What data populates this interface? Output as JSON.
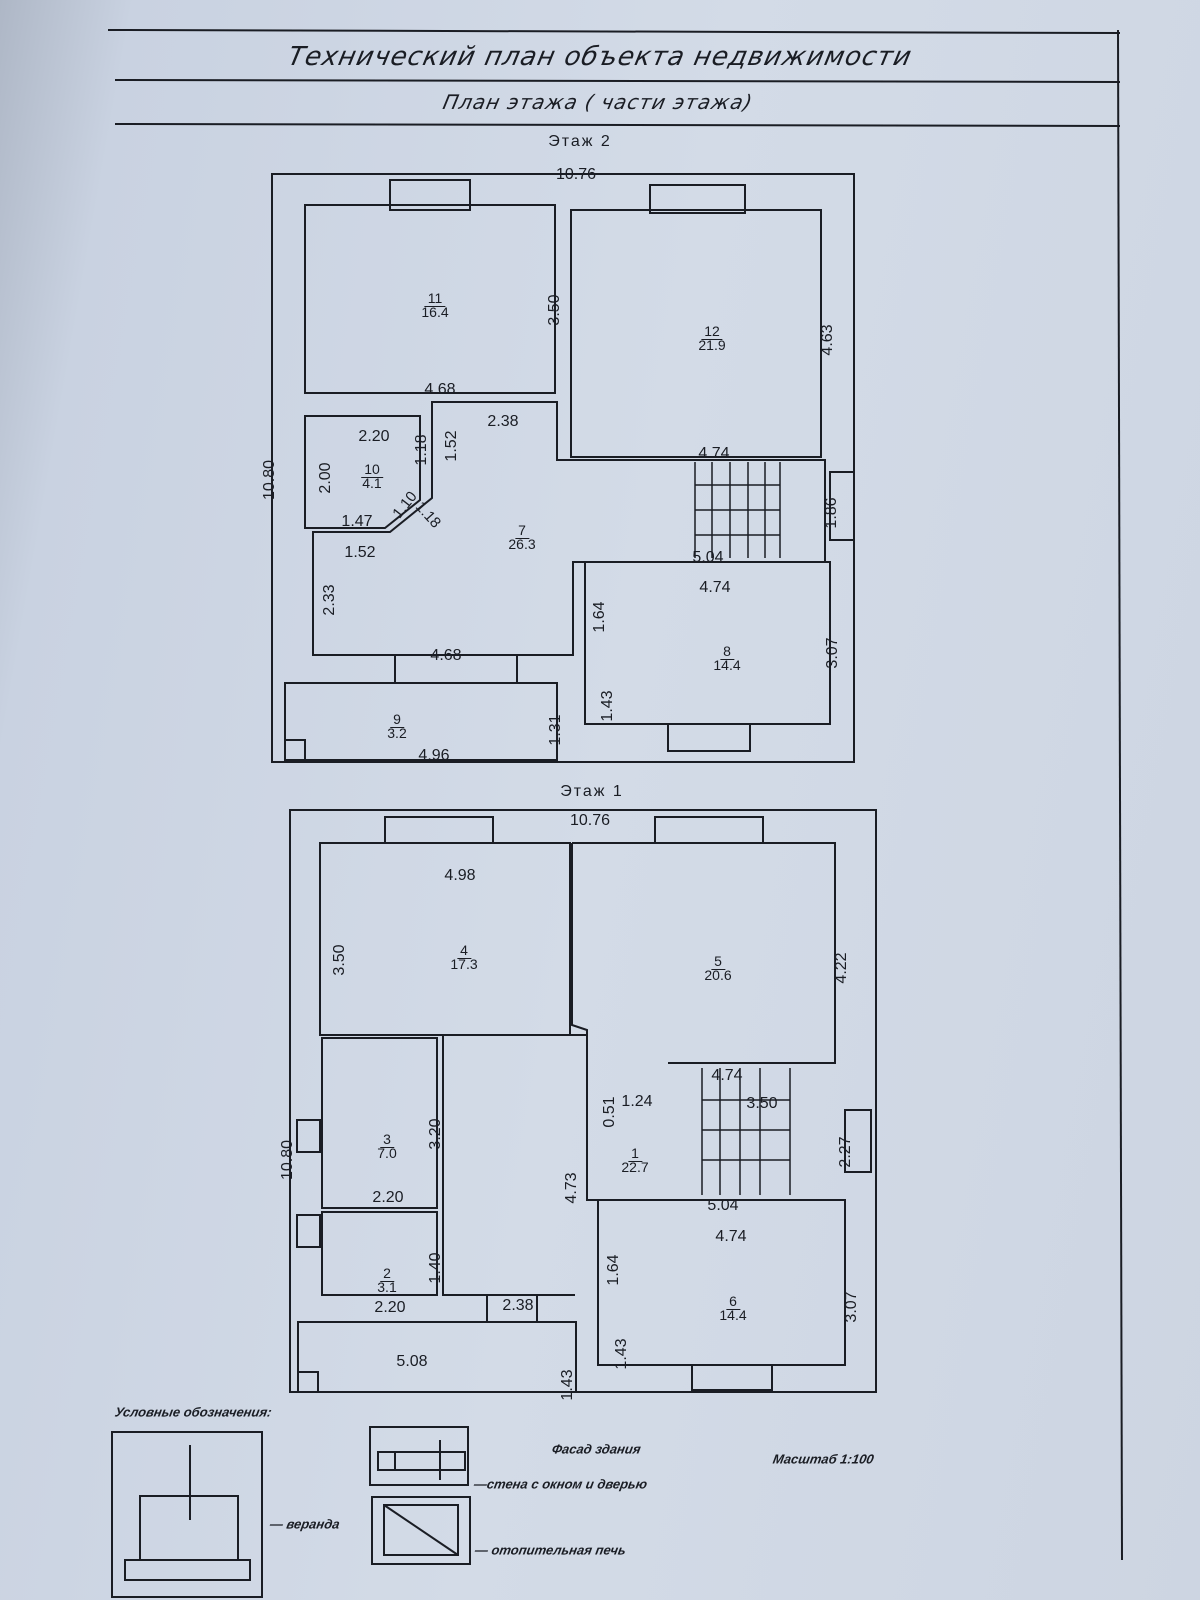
{
  "header": {
    "title": "Технический план  объекта недвижимости",
    "subtitle": "План  этажа ( части этажа)"
  },
  "floor2": {
    "label": "Этаж 2",
    "rooms": [
      {
        "number": "11",
        "area": "16.4"
      },
      {
        "number": "12",
        "area": "21.9"
      },
      {
        "number": "10",
        "area": "4.1"
      },
      {
        "number": "7",
        "area": "26.3"
      },
      {
        "number": "8",
        "area": "14.4"
      },
      {
        "number": "9",
        "area": "3.2"
      }
    ],
    "dims": [
      "10.76",
      "10.80",
      "3.50",
      "4.63",
      "4.68",
      "2.38",
      "2.20",
      "1.18",
      "1.52",
      "2.00",
      "1.10",
      "1.18",
      "1.47",
      "1.52",
      "2.33",
      "4.74",
      "1.86",
      "5.04",
      "4.74",
      "1.64",
      "3.07",
      "4.68",
      "1.43",
      "1.31",
      "4.96"
    ]
  },
  "floor1": {
    "label": "Этаж 1",
    "rooms": [
      {
        "number": "4",
        "area": "17.3"
      },
      {
        "number": "5",
        "area": "20.6"
      },
      {
        "number": "3",
        "area": "7.0"
      },
      {
        "number": "1",
        "area": "22.7"
      },
      {
        "number": "2",
        "area": "3.1"
      },
      {
        "number": "6",
        "area": "14.4"
      }
    ],
    "dims": [
      "10.76",
      "10.80",
      "4.98",
      "3.50",
      "4.22",
      "4.74",
      "3.50",
      "0.51",
      "1.24",
      "3.20",
      "4.73",
      "2.27",
      "2.20",
      "5.04",
      "4.74",
      "1.40",
      "1.64",
      "3.07",
      "2.20",
      "2.38",
      "5.08",
      "1.43",
      "1.43"
    ]
  },
  "legend": {
    "title": "Условные обозначения:",
    "facade": "Фасад здания",
    "scale": "Масштаб 1:100",
    "veranda": "— веранда",
    "wall": "—стена с окном и дверью",
    "stove": "— отопительная печь"
  }
}
